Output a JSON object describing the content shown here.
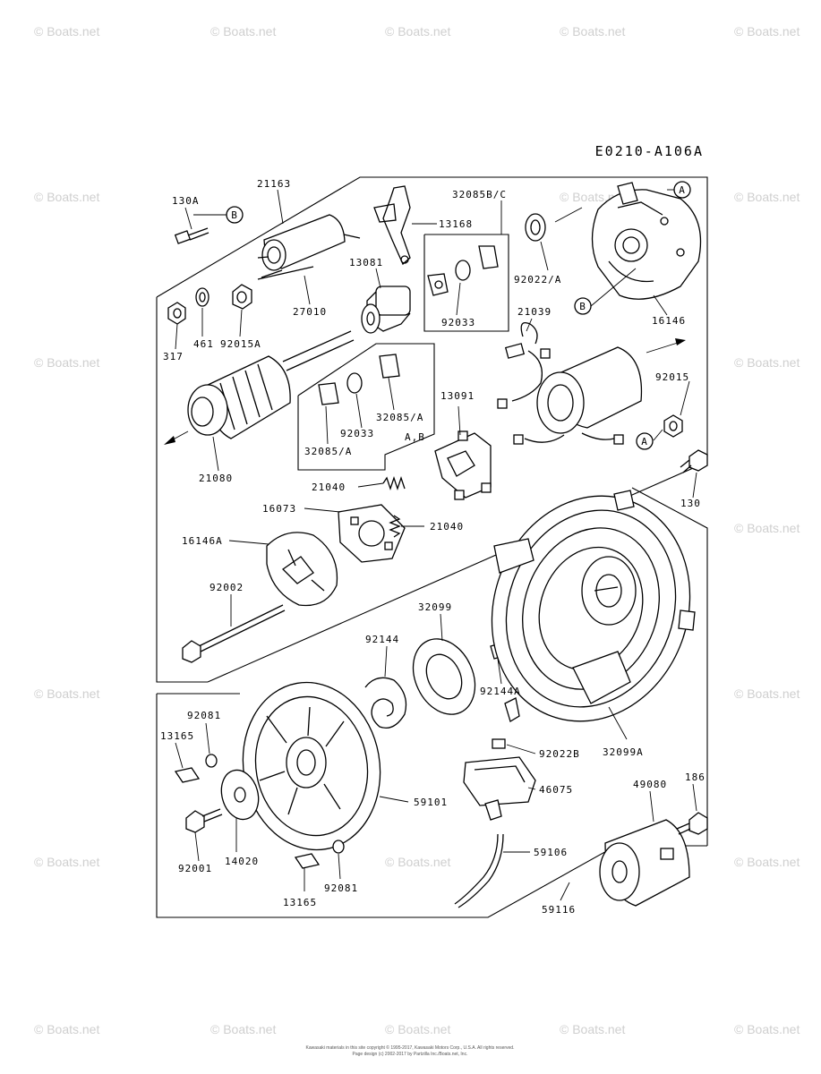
{
  "diagram_code": "E0210-A106A",
  "watermark": "© Boats.net",
  "footer": {
    "line1": "Kawasaki materials in this site copyright © 1995-2017, Kawasaki Motors Corp., U.S.A. All rights reserved.",
    "line2": "Page design (c) 2002-2017 by Partzilla Inc./Boats.net, Inc."
  },
  "callouts": {
    "c130A": "130A",
    "c21163": "21163",
    "c13168": "13168",
    "c32085BC": "32085B/C",
    "cA_top": "A",
    "cB_top": "B",
    "c13081": "13081",
    "c27010": "27010",
    "c92022A": "92022/A",
    "c317": "317",
    "c461": "461",
    "c92015A": "92015A",
    "c92033_a": "92033",
    "c21039": "21039",
    "cB_mid": "B",
    "c16146": "16146",
    "c92015": "92015",
    "c32085A_a": "32085/A",
    "c92033_b": "92033",
    "c13091": "13091",
    "cA_mid": "A",
    "cAB": "A,B",
    "c32085A_b": "32085/A",
    "c21080": "21080",
    "c130": "130",
    "c21040_a": "21040",
    "c16073": "16073",
    "c21040_b": "21040",
    "c16146A": "16146A",
    "c92002": "92002",
    "c32099": "32099",
    "c92144": "92144",
    "c92144A": "92144A",
    "c92081_a": "92081",
    "c13165_a": "13165",
    "c92022B": "92022B",
    "c32099A": "32099A",
    "c46075": "46075",
    "c59101": "59101",
    "c49080": "49080",
    "c186": "186",
    "c92001": "92001",
    "c14020": "14020",
    "c59106": "59106",
    "c92081_b": "92081",
    "c13165_b": "13165",
    "c59116": "59116"
  }
}
